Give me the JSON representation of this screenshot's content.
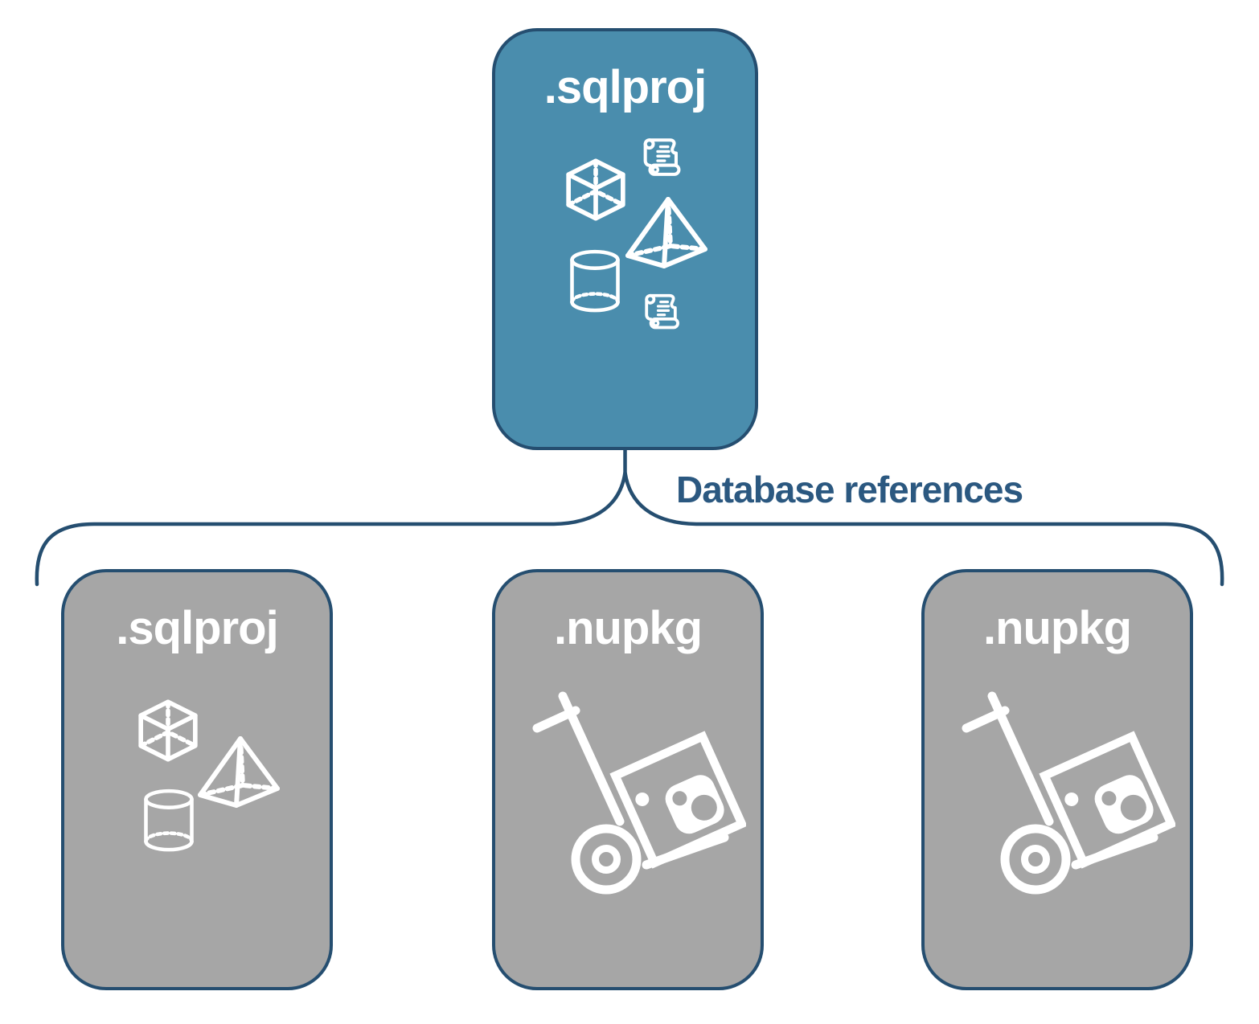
{
  "root_card": {
    "label": ".sqlproj",
    "icons": [
      "scroll-icon",
      "cube-icon",
      "pyramid-icon",
      "cylinder-icon",
      "scroll-icon"
    ]
  },
  "connector": {
    "label": "Database references",
    "shape": "curly-brace"
  },
  "child_cards": [
    {
      "label": ".sqlproj",
      "kind": "sql-project",
      "icons": [
        "cube-icon",
        "pyramid-icon",
        "cylinder-icon"
      ]
    },
    {
      "label": ".nupkg",
      "kind": "nuget-package",
      "icons": [
        "nuget-dolly-icon"
      ]
    },
    {
      "label": ".nupkg",
      "kind": "nuget-package",
      "icons": [
        "nuget-dolly-icon"
      ]
    }
  ],
  "colors": {
    "root_card_fill": "#4a8dad",
    "child_card_fill": "#a6a6a6",
    "card_border": "#254e70",
    "connector_stroke": "#254e70",
    "label_text": "#2b5880",
    "icon_stroke": "#ffffff",
    "title_text": "#ffffff"
  }
}
